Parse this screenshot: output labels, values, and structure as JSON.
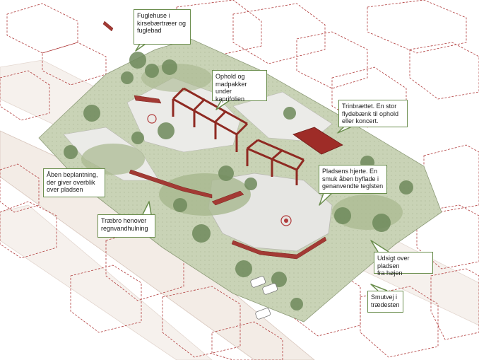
{
  "colors": {
    "green_border": "#6b8e4e",
    "ground": "#c9d3b6",
    "plaza": "#e6e6e3",
    "building_red": "#b03a3a",
    "pergola": "#8f2a22",
    "road": "#f1eae4"
  },
  "callouts": {
    "fuglehuse": "Fuglehuse i\nkirsebærtræer og\nfuglebad",
    "ophold": "Ophold og\nmadpakker under\nkaprifolien",
    "trinbraettet": "Trinbrættet. En stor\nflydebænk til ophold\neller koncert.",
    "aaben_beplantning": "Åben beplantning,\nder giver overblik\nover pladsen",
    "pladsens_hjerte": "Pladsens hjerte. En\nsmuk åben byflade i\ngenanvendte teglsten",
    "traebro": "Træbro henover\nregnvandhulning",
    "udsigt": "Udsigt over pladsen\nfra højen",
    "smutvej": "Smutvej i\ntrædesten"
  }
}
